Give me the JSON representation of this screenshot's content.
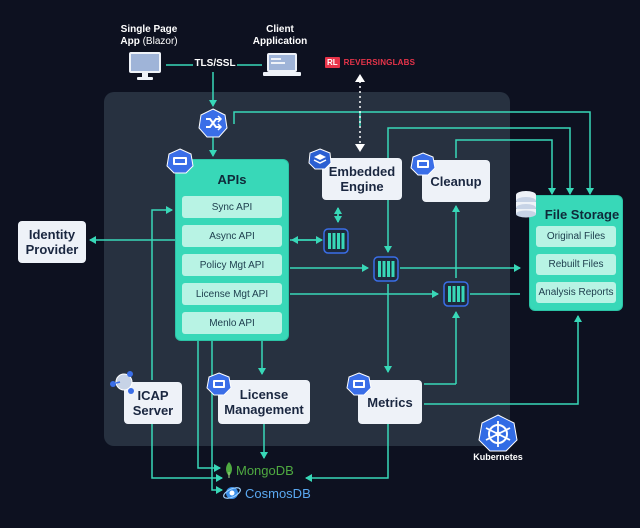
{
  "clients": {
    "spa_line1": "Single Page",
    "spa_line2": "App",
    "spa_line2b": " (Blazor)",
    "client_line1": "Client",
    "client_line2": "Application",
    "tls": "TLS/SSL"
  },
  "vendor": {
    "logo_mark": "RL",
    "logo_text": "REVERSINGLABS"
  },
  "apis": {
    "title": "APIs",
    "items": [
      "Sync API",
      "Async API",
      "Policy Mgt API",
      "License Mgt API",
      "Menlo API"
    ]
  },
  "boxes": {
    "embedded_line1": "Embedded",
    "embedded_line2": "Engine",
    "cleanup": "Cleanup",
    "identity_line1": "Identity",
    "identity_line2": "Provider",
    "icap_line1": "ICAP",
    "icap_line2": "Server",
    "license_line1": "License",
    "license_line2": "Management",
    "metrics": "Metrics"
  },
  "storage": {
    "title": "File Storage",
    "items": [
      "Original Files",
      "Rebuilt Files",
      "Analysis Reports"
    ]
  },
  "kubernetes": {
    "label": "Kubernetes"
  },
  "databases": {
    "mongo": "MongoDB",
    "cosmos": "CosmosDB"
  },
  "icons": [
    "monitor-icon",
    "laptop-icon",
    "shuffle-icon",
    "ingress-icon",
    "queue-icon",
    "database-stack-icon",
    "kubernetes-helm-icon",
    "mongodb-leaf-icon",
    "cosmosdb-icon"
  ],
  "colors": {
    "background": "#0d1120",
    "cluster": "#273140",
    "accent": "#38d8b8",
    "icon_blue": "#3a6ee8",
    "box": "#eef2f8"
  }
}
